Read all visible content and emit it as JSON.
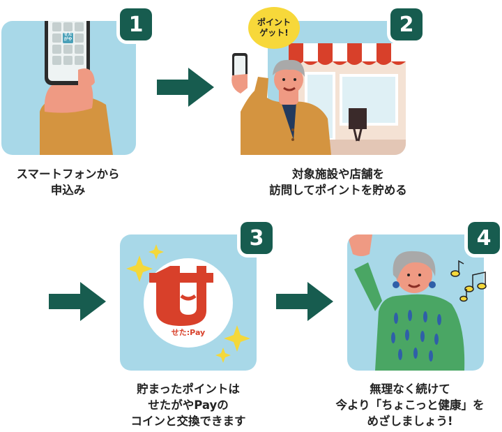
{
  "colors": {
    "panel": "#a8d8e8",
    "badge": "#175c4f",
    "arrow": "#175c4f",
    "coin_red": "#d8402a",
    "sweater_orange": "#d49440",
    "sweater_green": "#4aa664"
  },
  "steps": [
    {
      "number": "1",
      "caption": "スマートフォンから\n申込み",
      "phone_text": "せた\nがや"
    },
    {
      "number": "2",
      "caption": "対象施設や店舗を\n訪問してポイントを貯める",
      "bubble": "ポイント\nゲット!"
    },
    {
      "number": "3",
      "caption": "貯まったポイントは\nせたがやPayの\nコインと交換できます",
      "coin_text": "せた:Pay"
    },
    {
      "number": "4",
      "caption": "無理なく続けて\n今より「ちょこっと健康」を\nめざしましょう!"
    }
  ]
}
